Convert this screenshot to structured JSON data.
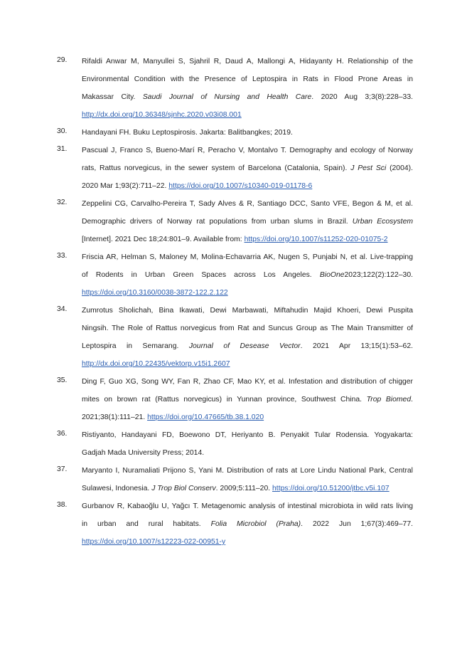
{
  "references": [
    {
      "number": "29.",
      "lines": [
        {
          "text": "Rifaldi Anwar M, Manyullei S, Sjahril R, Daud A, Mallongi A, Hidayanty H. Relationship of the"
        },
        {
          "text": "Environmental Condition with the Presence of Leptospira in Rats in Flood Prone Areas in"
        },
        {
          "pre": "Makassar City. ",
          "italic": "Saudi Journal of Nursing and Health Care",
          "post": ". 2020 Aug 3;3(8):228–33."
        },
        {
          "link": "http://dx.doi.org/10.36348/sjnhc.2020.v03i08.001"
        }
      ]
    },
    {
      "number": "30.",
      "lines": [
        {
          "text": "Handayani FH. Buku Leptospirosis. Jakarta: Balitbangkes; 2019."
        }
      ]
    },
    {
      "number": "31.",
      "lines": [
        {
          "text": "Pascual J, Franco S, Bueno-Marí R, Peracho V, Montalvo T. Demography and ecology of Norway"
        },
        {
          "pre": "rats, Rattus norvegicus, in the sewer system of Barcelona (Catalonia, Spain). ",
          "italic": "J Pest Sci",
          "post": " (2004)."
        },
        {
          "pre": "2020 Mar 1;93(2):711–22. ",
          "link": "https://doi.org/10.1007/s10340-019-01178-6"
        }
      ]
    },
    {
      "number": "32.",
      "lines": [
        {
          "text": "Zeppelini CG, Carvalho-Pereira T, Sady Alves & R, Santiago DCC, Santo VFE, Begon & M, et al."
        },
        {
          "pre": "Demographic drivers of Norway rat populations from urban slums in Brazil. ",
          "italic": "Urban Ecosystem"
        },
        {
          "pre": "[Internet]. 2021 Dec 18;24:801–9. Available from: ",
          "link": "https://doi.org/10.1007/s11252-020-01075-2"
        }
      ]
    },
    {
      "number": "33.",
      "lines": [
        {
          "text": "Friscia AR, Helman S, Maloney M, Molina-Echavarria AK, Nugen S, Punjabi N, et al. Live-trapping"
        },
        {
          "pre": "of Rodents in Urban Green Spaces across Los Angeles. ",
          "italic": "BioOne",
          "post": "2023;122(2):122–30."
        },
        {
          "link": "https://doi.org/10.3160/0038-3872-122.2.122"
        }
      ]
    },
    {
      "number": "34.",
      "lines": [
        {
          "text": "Zumrotus Sholichah, Bina Ikawati, Dewi Marbawati, Miftahudin Majid Khoeri, Dewi Puspita"
        },
        {
          "text": "Ningsih. The Role of Rattus norvegicus from Rat and Suncus Group as The Main Transmitter of"
        },
        {
          "pre": "Leptospira in Semarang. ",
          "italic": "Journal of Desease Vector",
          "post": ". 2021 Apr 13;15(1):53–62."
        },
        {
          "link": "http://dx.doi.org/10.22435/vektorp.v15i1.2607"
        }
      ]
    },
    {
      "number": "35.",
      "lines": [
        {
          "text": "Ding F, Guo XG, Song WY, Fan R, Zhao CF, Mao KY, et al. Infestation and distribution of chigger"
        },
        {
          "pre": "mites on brown rat (Rattus norvegicus) in Yunnan province, Southwest China. ",
          "italic": "Trop Biomed",
          "post": "."
        },
        {
          "pre": "2021;38(1):111–21. ",
          "link": "https://doi.org/10.47665/tb.38.1.020"
        }
      ]
    },
    {
      "number": "36.",
      "lines": [
        {
          "text": "Ristiyanto, Handayani FD, Boewono DT, Heriyanto B. Penyakit Tular Rodensia. Yogyakarta:"
        },
        {
          "text": "Gadjah Mada University Press; 2014."
        }
      ]
    },
    {
      "number": "37.",
      "lines": [
        {
          "text": "Maryanto I, Nuramaliati Prijono S, Yani M. Distribution of rats at Lore Lindu National Park, Central"
        },
        {
          "pre": "Sulawesi, Indonesia. ",
          "italic": "J Trop Biol Conserv",
          "post": ". 2009;5:111–20. ",
          "link": "https://doi.org/10.51200/jtbc.v5i.107"
        }
      ]
    },
    {
      "number": "38.",
      "lines": [
        {
          "text": "Gurbanov R, Kabaoğlu U, Yağcı T. Metagenomic analysis of intestinal microbiota in wild rats living"
        },
        {
          "pre": "in urban and rural habitats. ",
          "italic": "Folia Microbiol (Praha)",
          "post": ". 2022 Jun 1;67(3):469–77."
        },
        {
          "link": "https://doi.org/10.1007/s12223-022-00951-y"
        }
      ]
    }
  ]
}
